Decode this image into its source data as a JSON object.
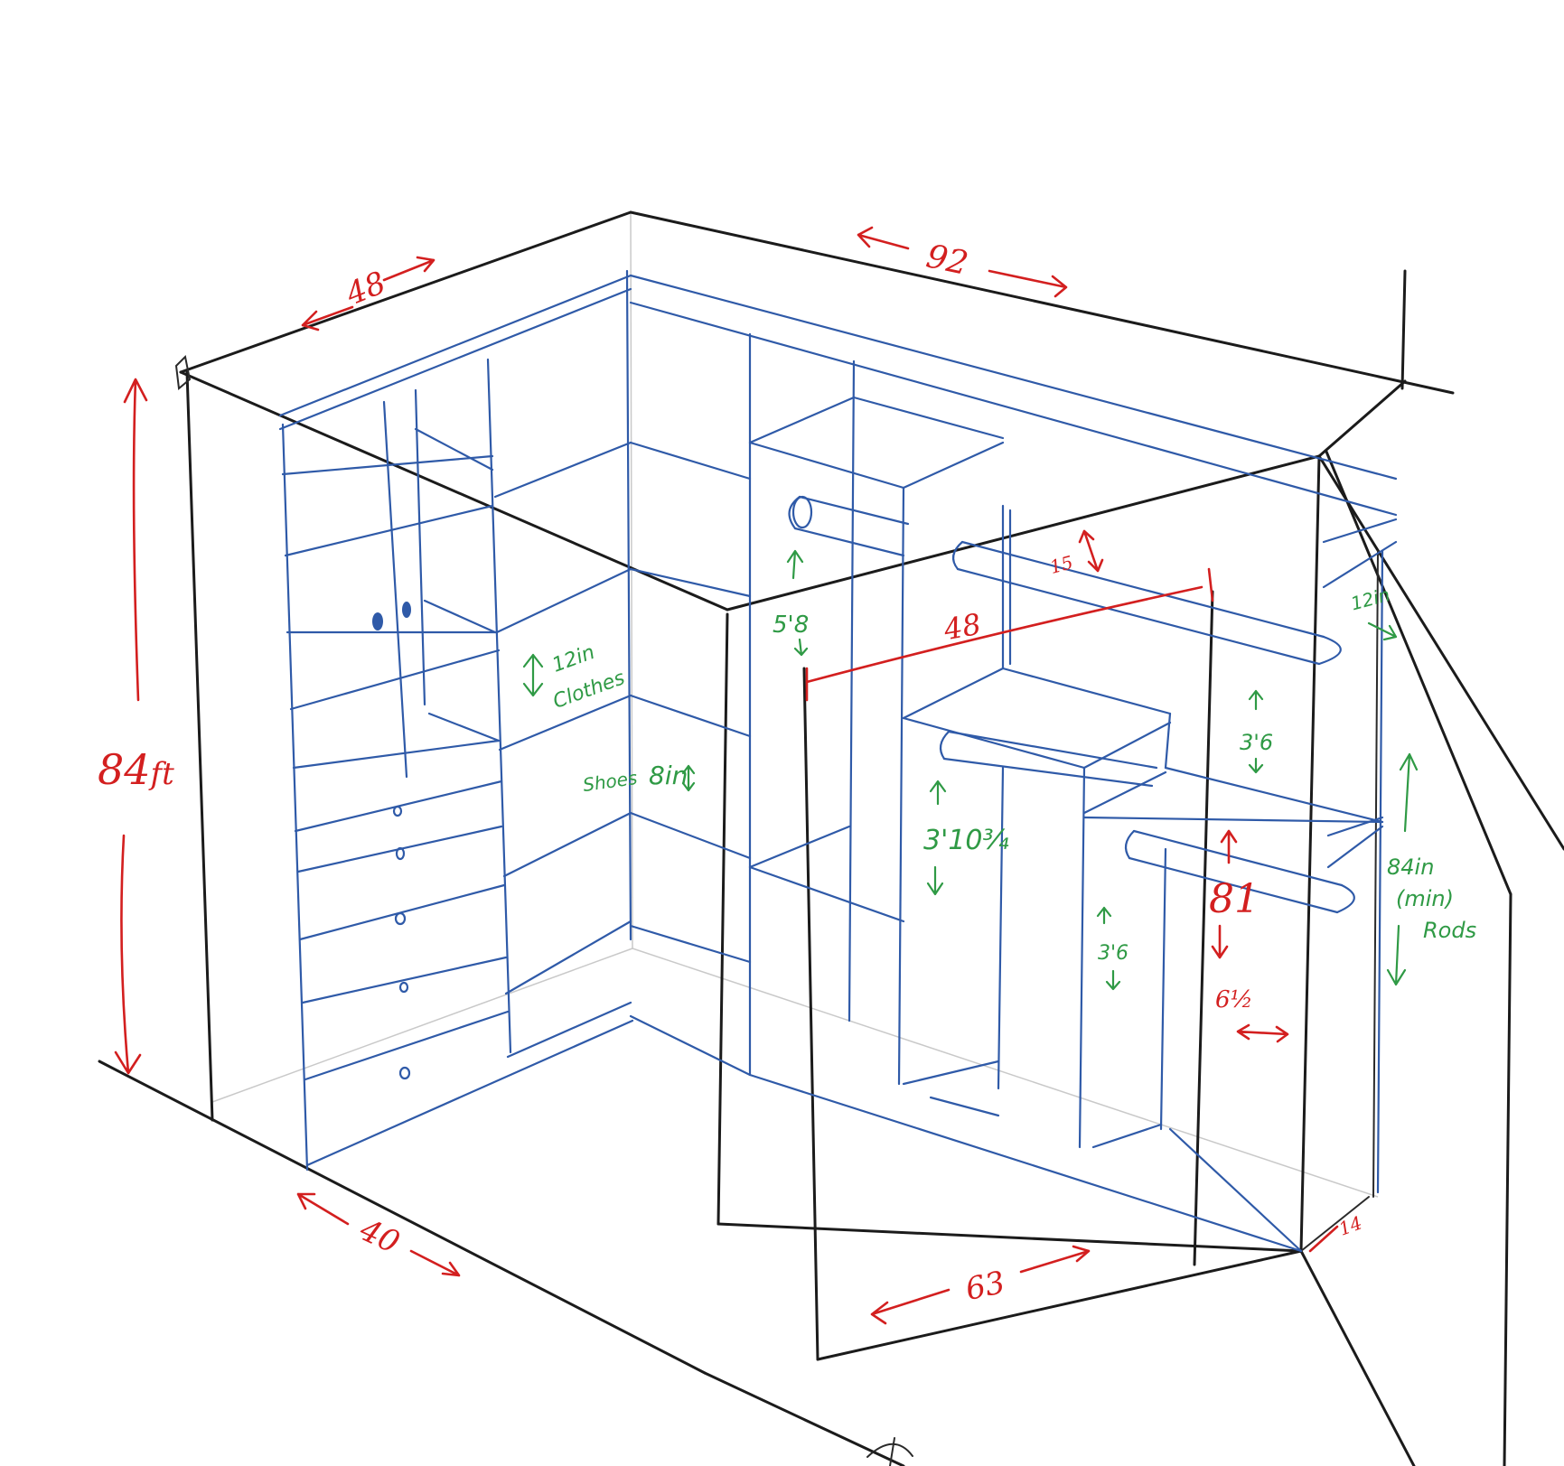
{
  "colors": {
    "outline": "#1b1b1b",
    "cabinetry": "#2f5aa8",
    "dimensions": "#d31f1f",
    "notes": "#2f9a45"
  },
  "dimensions": {
    "left_wall_depth": "48",
    "back_wall_width": "92",
    "height": "84",
    "height_unit": "ft",
    "floor_depth": "40",
    "opening_width": "63",
    "rod_span": "48",
    "rod_drop": "15",
    "rod_height": "81",
    "return_depth": "14",
    "gap": "6½"
  },
  "notes": {
    "shelf_spacing": "12in",
    "shelf_purpose": "Clothes",
    "shoes_label": "Shoes",
    "shoes_spacing": "8in",
    "upper_rod_height": "5'8",
    "mid_rod_height": "3'10¾",
    "upper_right_spacing": "3'6",
    "lower_right_spacing": "3'6",
    "side_rod_clearance": "12in",
    "rod_min_line1": "84in",
    "rod_min_line2": "(min)",
    "rod_min_line3": "Rods"
  }
}
